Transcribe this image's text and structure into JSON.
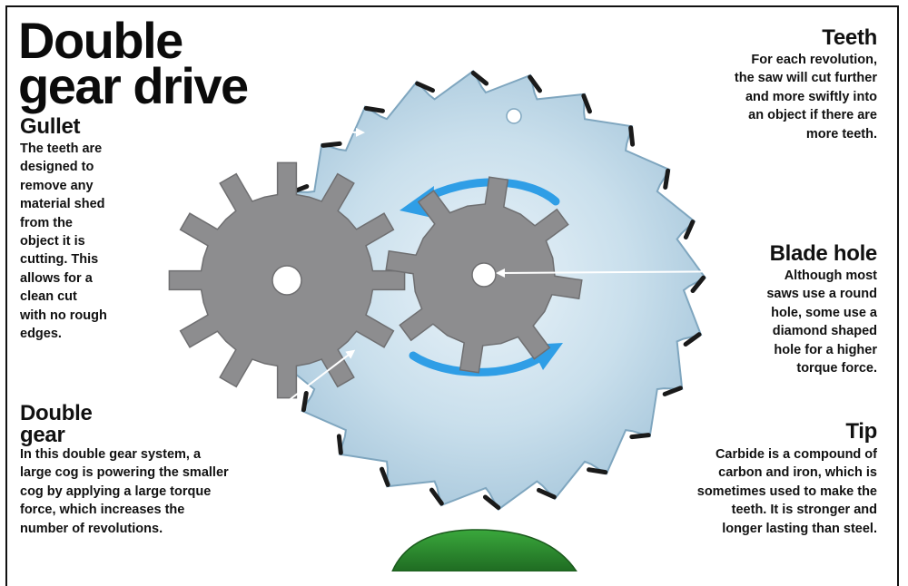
{
  "title": "Double\ngear drive",
  "callouts": {
    "gullet": {
      "label": "Gullet",
      "text": "The teeth are\ndesigned to\nremove any\nmaterial shed\nfrom the\nobject it is\ncutting. This\nallows for a\nclean cut\nwith no rough\nedges."
    },
    "teeth": {
      "label": "Teeth",
      "text": "For each revolution,\nthe saw will cut further\nand more swiftly into\nan object if there are\nmore teeth."
    },
    "blade_hole": {
      "label": "Blade hole",
      "text": "Although most\nsaws use a round\nhole, some use a\ndiamond shaped\nhole for a higher\ntorque force."
    },
    "double_gear": {
      "label": "Double\ngear",
      "text": "In this double gear system, a\nlarge cog is powering the smaller\ncog by applying a large torque\nforce, which increases the\nnumber of revolutions."
    },
    "tip": {
      "label": "Tip",
      "text": "Carbide is a compound of\ncarbon and iron, which is\nsometimes used to make the\nteeth. It is stronger and\nlonger lasting than steel."
    }
  },
  "colors": {
    "blade": "#c5dcea",
    "gear": "#8d8d8f",
    "arrow": "#2f9ee6",
    "carbide_tip": "#1a1a1a",
    "handle": "#2c8a2e",
    "text": "#111111"
  },
  "diagram": {
    "saw_teeth_count": 24,
    "large_cog_teeth": 12,
    "small_cog_teeth": 8
  }
}
